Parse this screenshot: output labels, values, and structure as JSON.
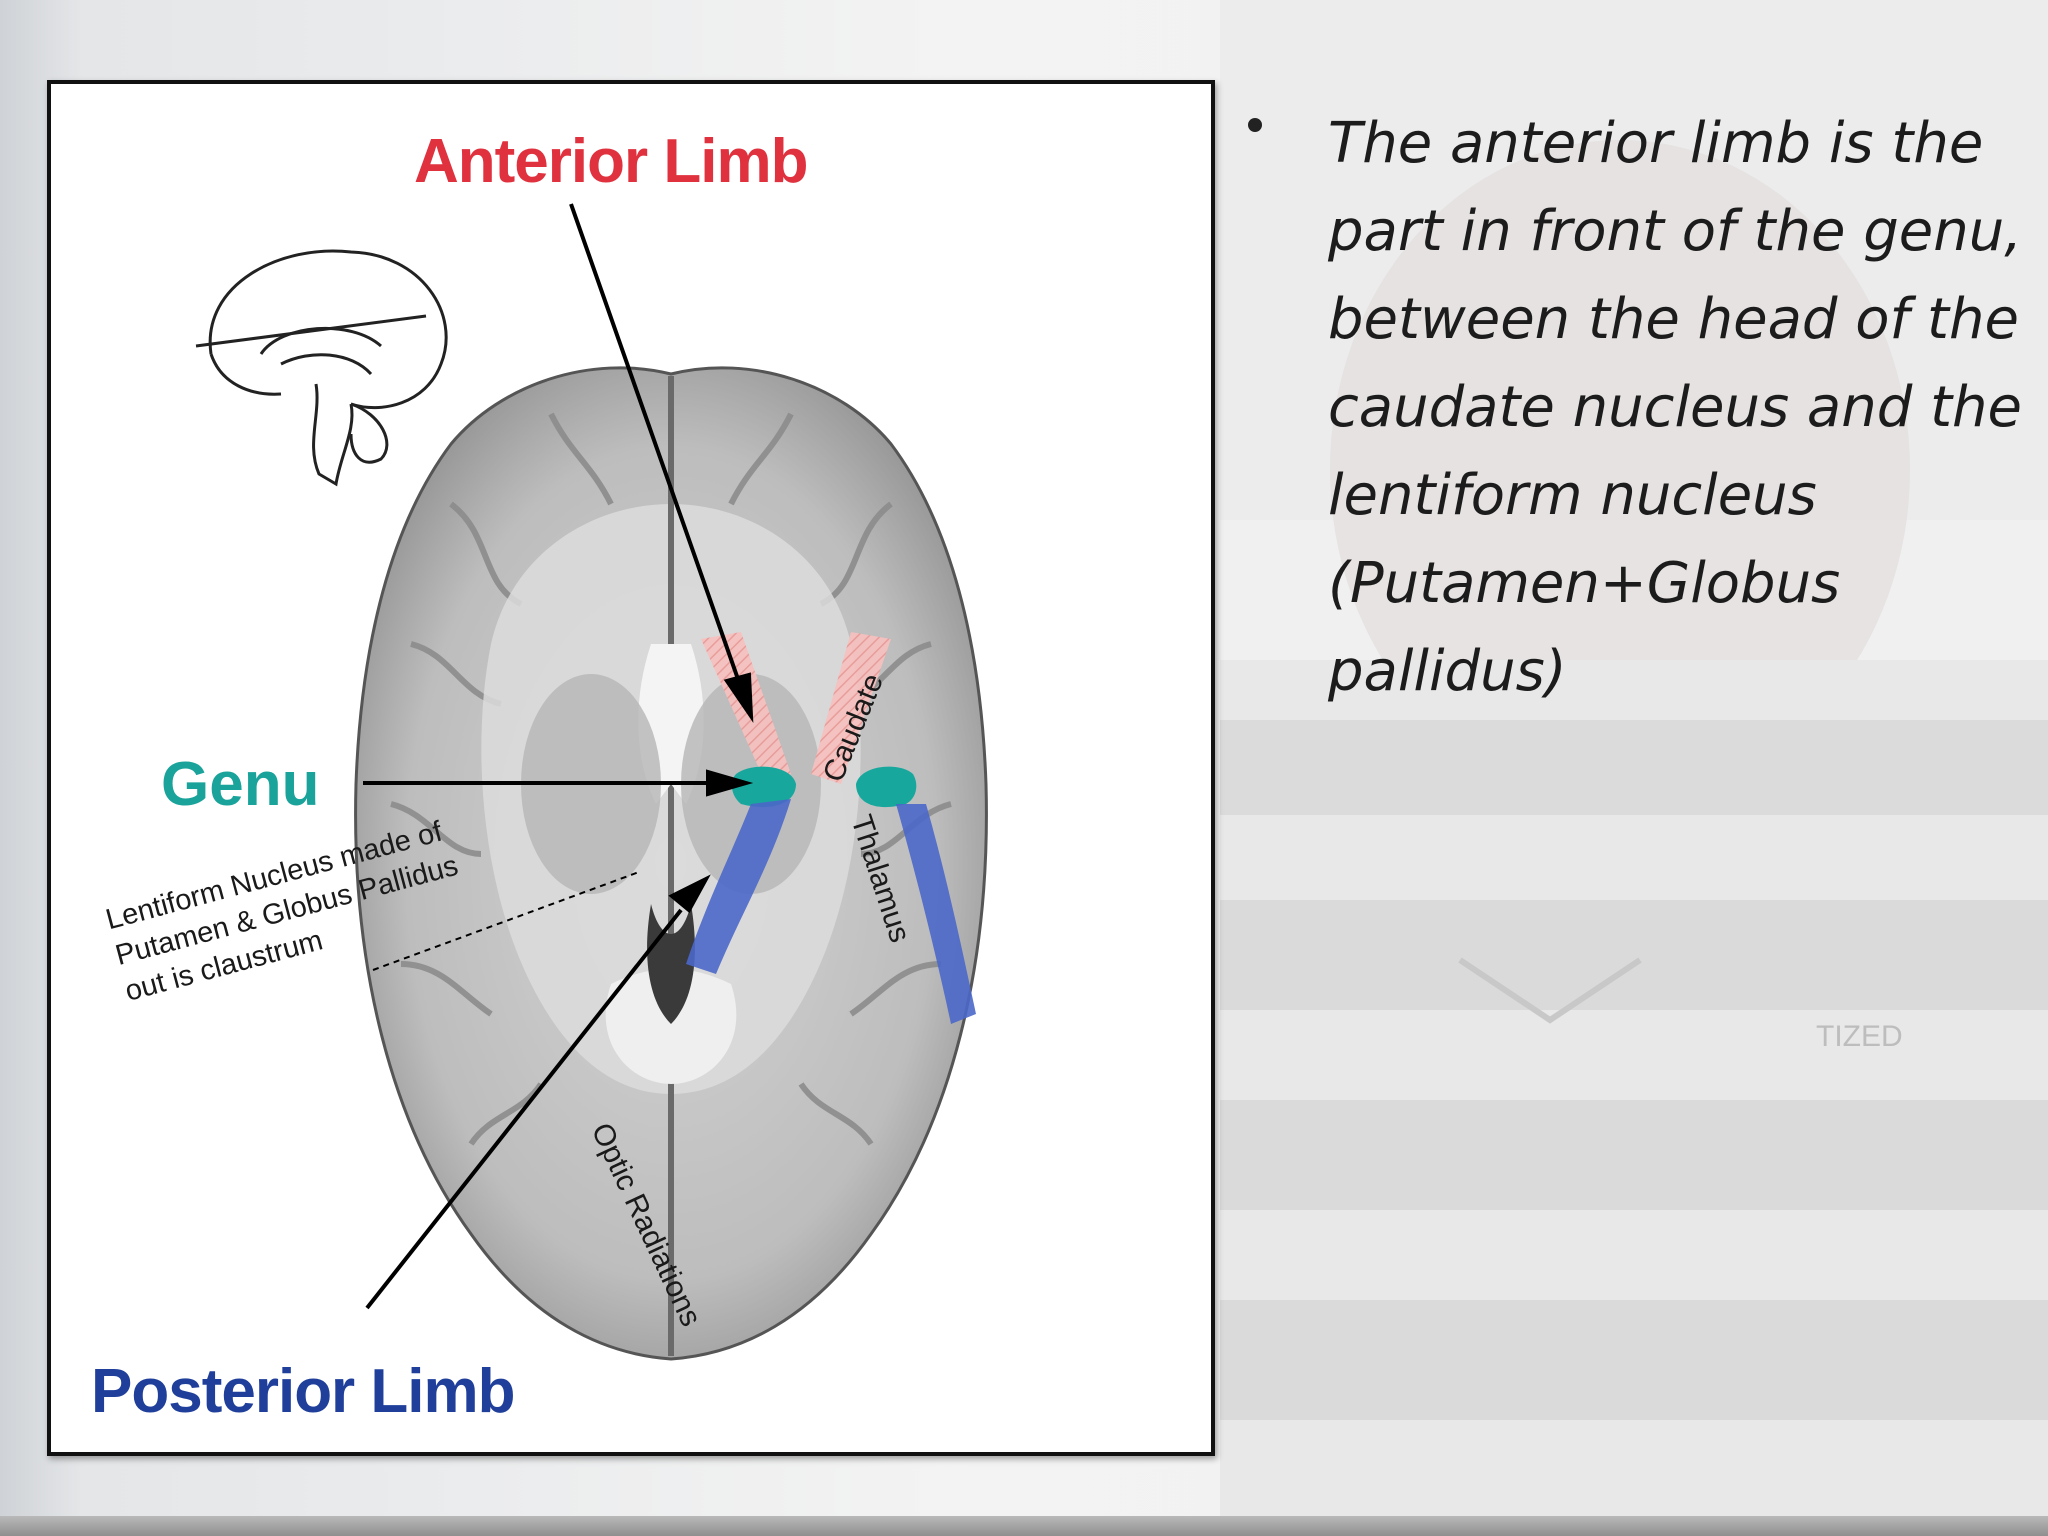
{
  "diagram": {
    "labels": {
      "anterior_limb": "Anterior Limb",
      "genu": "Genu",
      "posterior_limb": "Posterior Limb",
      "lentiform_line1": "Lentiform Nucleus made of",
      "lentiform_line2": "Putamen & Globus Pallidus",
      "lentiform_line3": "out is claustrum",
      "caudate": "Caudate",
      "thalamus": "Thalamus",
      "optic_radiations": "Optic Radiations"
    },
    "colors": {
      "anterior_limb": "#e0313e",
      "genu": "#1aa39a",
      "posterior_limb": "#1f3f9a"
    }
  },
  "bullet": {
    "text": "The anterior limb is the part in front of the genu, between the head of the caudate nucleus and the lentiform nucleus (Putamen+Globus pallidus)"
  },
  "background": {
    "shirt_text": "TIZED"
  }
}
